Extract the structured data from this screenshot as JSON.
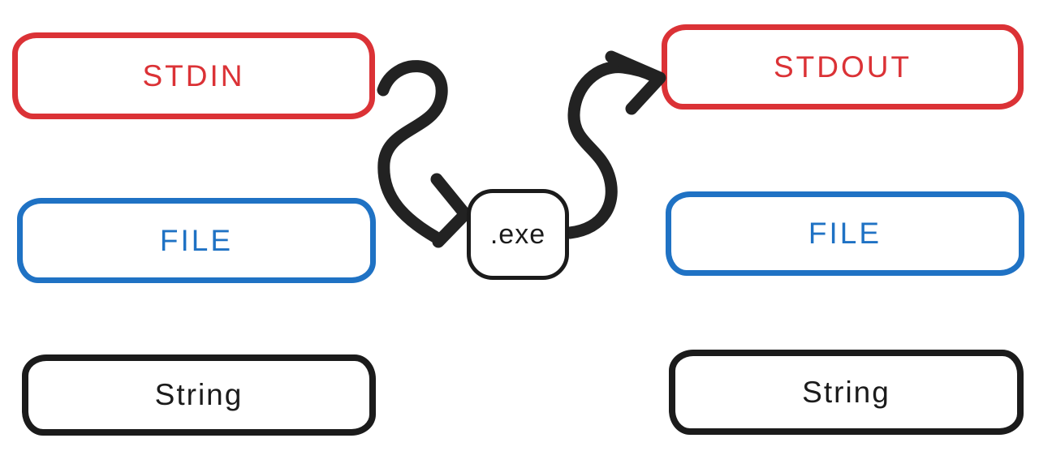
{
  "diagram": {
    "title": "executable input/output sources diagram",
    "background_color": "#ffffff",
    "colors": {
      "red": "#db3236",
      "blue": "#1f72c4",
      "black": "#1b1b1b",
      "arrow": "#222222"
    },
    "left_column": [
      {
        "id": "stdin",
        "label": "STDIN",
        "color": "red"
      },
      {
        "id": "file-input",
        "label": "FILE",
        "color": "blue"
      },
      {
        "id": "string-input",
        "label": "String",
        "color": "black"
      }
    ],
    "center": {
      "id": "exe",
      "label": ".exe",
      "color": "black"
    },
    "right_column": [
      {
        "id": "stdout",
        "label": "STDOUT",
        "color": "red"
      },
      {
        "id": "file-output",
        "label": "FILE",
        "color": "blue"
      },
      {
        "id": "string-output",
        "label": "String",
        "color": "black"
      }
    ],
    "arrows": [
      {
        "id": "stdin-to-exe",
        "from": "stdin",
        "to": "exe",
        "style": "thick hand-drawn S-curve"
      },
      {
        "id": "exe-to-stdout",
        "from": "exe",
        "to": "stdout",
        "style": "thick hand-drawn S-curve"
      }
    ]
  }
}
